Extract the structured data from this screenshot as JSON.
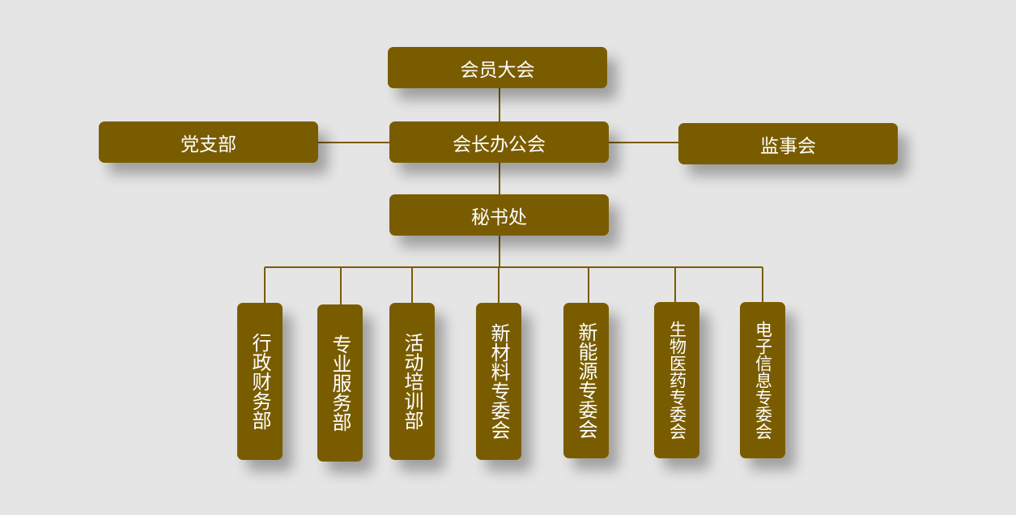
{
  "org": {
    "assembly": "会员大会",
    "office": "会长办公会",
    "party": "党支部",
    "supervisors": "监事会",
    "secretariat": "秘书处",
    "departments": [
      "行政财务部",
      "专业服务部",
      "活动培训部",
      "新材料专委会",
      "新能源专委会",
      "生物医药专委会",
      "电子信息专委会"
    ]
  },
  "colors": {
    "box_fill": "#7a5c00",
    "line": "#7a5c00",
    "background": "#e5e5e5",
    "text": "#ffffff"
  }
}
